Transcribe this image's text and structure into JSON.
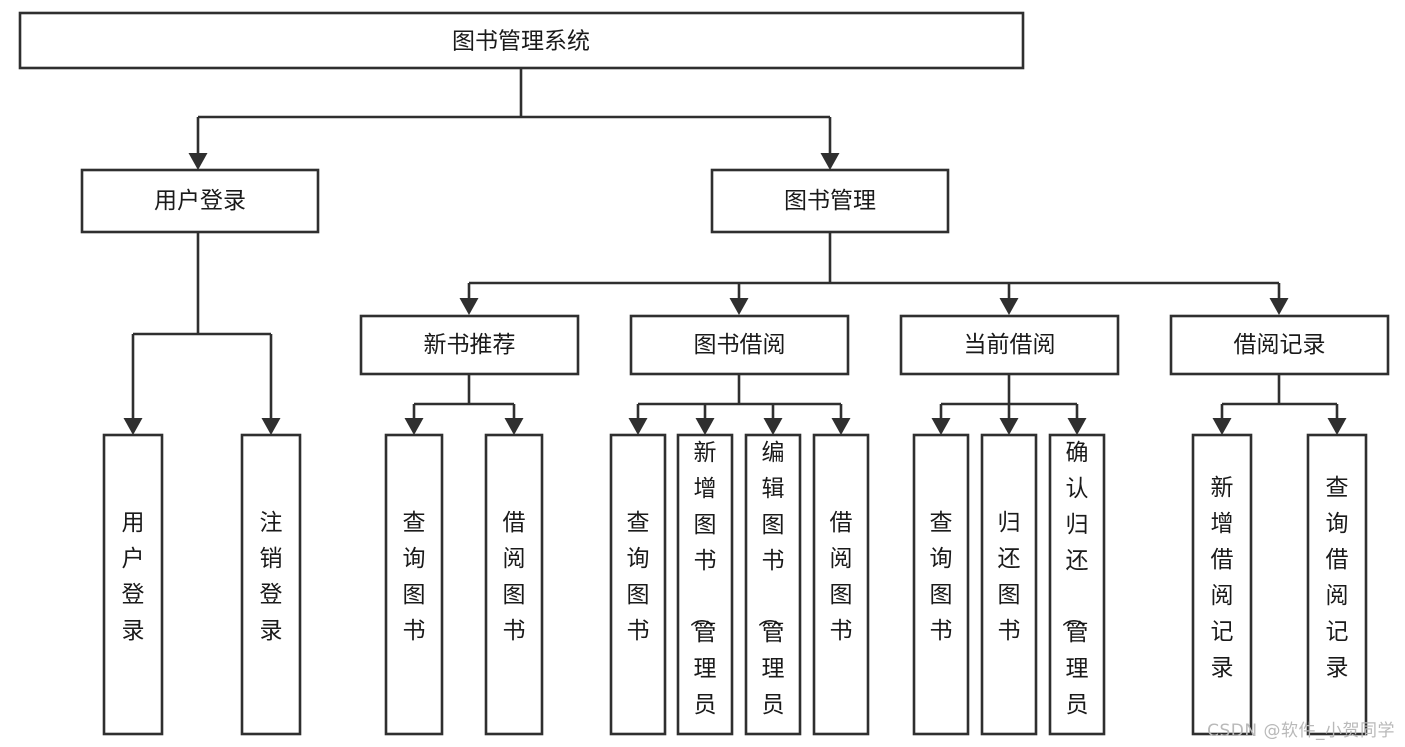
{
  "diagram": {
    "title": "图书管理系统",
    "watermark": "CSDN @软件_小贺同学",
    "type": "tree-hierarchy-diagram",
    "root": {
      "id": "root",
      "label": "图书管理系统",
      "orientation": "horizontal"
    },
    "level2": [
      {
        "id": "user-login",
        "label": "用户登录",
        "orientation": "horizontal"
      },
      {
        "id": "book-manage",
        "label": "图书管理",
        "orientation": "horizontal"
      }
    ],
    "level3": [
      {
        "id": "new-book-recommend",
        "label": "新书推荐",
        "parent": "book-manage",
        "orientation": "horizontal"
      },
      {
        "id": "book-borrow",
        "label": "图书借阅",
        "parent": "book-manage",
        "orientation": "horizontal"
      },
      {
        "id": "current-borrow",
        "label": "当前借阅",
        "parent": "book-manage",
        "orientation": "horizontal"
      },
      {
        "id": "borrow-record",
        "label": "借阅记录",
        "parent": "book-manage",
        "orientation": "horizontal"
      }
    ],
    "leaves": [
      {
        "id": "leaf-user-login",
        "label": "用户登录",
        "parent": "user-login",
        "orientation": "vertical"
      },
      {
        "id": "leaf-user-logout",
        "label": "注销登录",
        "parent": "user-login",
        "orientation": "vertical"
      },
      {
        "id": "leaf-query-book-1",
        "label": "查询图书",
        "parent": "new-book-recommend",
        "orientation": "vertical"
      },
      {
        "id": "leaf-borrow-book-1",
        "label": "借阅图书",
        "parent": "new-book-recommend",
        "orientation": "vertical"
      },
      {
        "id": "leaf-query-book-2",
        "label": "查询图书",
        "parent": "book-borrow",
        "orientation": "vertical"
      },
      {
        "id": "leaf-add-book",
        "label": "新增图书（管理员）",
        "parent": "book-borrow",
        "orientation": "vertical"
      },
      {
        "id": "leaf-edit-book",
        "label": "编辑图书（管理员）",
        "parent": "book-borrow",
        "orientation": "vertical"
      },
      {
        "id": "leaf-borrow-book-2",
        "label": "借阅图书",
        "parent": "book-borrow",
        "orientation": "vertical"
      },
      {
        "id": "leaf-query-book-3",
        "label": "查询图书",
        "parent": "current-borrow",
        "orientation": "vertical"
      },
      {
        "id": "leaf-return-book",
        "label": "归还图书",
        "parent": "current-borrow",
        "orientation": "vertical"
      },
      {
        "id": "leaf-confirm-return",
        "label": "确认归还（管理员）",
        "parent": "current-borrow",
        "orientation": "vertical"
      },
      {
        "id": "leaf-add-record",
        "label": "新增借阅记录",
        "parent": "borrow-record",
        "orientation": "vertical"
      },
      {
        "id": "leaf-query-record",
        "label": "查询借阅记录",
        "parent": "borrow-record",
        "orientation": "vertical"
      }
    ],
    "colors": {
      "box_stroke": "#2f2f2f",
      "box_fill": "#ffffff",
      "text": "#1a1a1a",
      "connector": "#2f2f2f",
      "watermark": "#b9b9b9",
      "background": "#ffffff"
    }
  }
}
